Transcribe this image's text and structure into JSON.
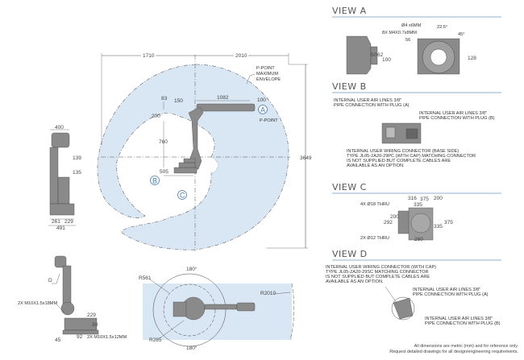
{
  "colors": {
    "envelope_fill": "#d9e6f3",
    "rule_blue": "#8fb3d3",
    "robot_gray": "#8a8a8a",
    "callout_blue": "#4a7fb0"
  },
  "main_view": {
    "dims": {
      "left_reach": "1710",
      "right_reach": "2010",
      "total_height": "3649",
      "offset_83": "83",
      "offset_150": "150",
      "arm_1082": "1082",
      "wrist_100": "100",
      "shoulder_200": "200",
      "lower_arm_760": "760",
      "base_505": "505"
    },
    "labels": {
      "envelope": [
        "P-POINT",
        "MAXIMUM",
        "ENVELOPE"
      ],
      "p_point": "P-POINT",
      "callout_a": "A",
      "callout_b": "B",
      "callout_c": "C"
    }
  },
  "side_view": {
    "dims": {
      "top_400": "400",
      "d139": "139",
      "d135": "135",
      "d261": "261",
      "d229": "229",
      "d491": "491"
    }
  },
  "bottom_left_view": {
    "labels": {
      "callout_d": "D",
      "bolt_upper": "2X M10X1.5x18MM",
      "bolt_lower": "2X M10X1.5x12MM"
    },
    "dims": {
      "d229": "229",
      "d30": "30",
      "d45": "45",
      "d92": "92"
    }
  },
  "top_view": {
    "labels": {
      "r561": "R561",
      "r285": "R285",
      "r2010": "R2010",
      "angle_top": "180°",
      "angle_bottom": "180°"
    }
  },
  "view_a": {
    "title": "VIEW A",
    "labels": {
      "dia": "Ø4 x6MM",
      "tap": "8X M4X0.7x8MM",
      "d56": "56",
      "ang22": "22.5°",
      "ang45": "45°"
    },
    "dims": {
      "d50": "50",
      "d62": "62",
      "d100": "100",
      "d128": "128"
    }
  },
  "view_b": {
    "title": "VIEW B",
    "notes": {
      "air_a": [
        "INTERNAL USER AIR LINES 3/8\"",
        "PIPE CONNECTION WITH PLUG (A)"
      ],
      "air_b": [
        "INTERNAL USER AIR LINES 3/8\"",
        "PIPE CONNECTION WITH PLUG (B)"
      ],
      "wiring": [
        "INTERNAL USER WIRING CONNECTOR (BASE SIDE)",
        "TYPE JL05-2A20-29PC (WITH CAP) MATCHING CONNECTOR",
        "IS NOT SUPPLIED BUT COMPLETE CABLES ARE",
        "AVAILABLE AS AN OPTION."
      ]
    }
  },
  "view_c": {
    "title": "VIEW C",
    "labels": {
      "holes4": "4X Ø18 THRU",
      "holes2": "2X Ø12 THRU"
    },
    "dims": {
      "d316": "316",
      "d375t": "375",
      "d200r": "200",
      "d335t": "335",
      "d200l": "200",
      "d292": "292",
      "d335r": "335",
      "d375r": "375",
      "d260": "260"
    }
  },
  "view_d": {
    "title": "VIEW D",
    "notes": {
      "wiring": [
        "INTERNAL USER WIRING CONNECTOR  (WITH CAP)",
        "TYPE JL05-2A20-29SC MATCHING CONNECTOR",
        "IS NOT SUPPLIED BUT COMPLETE CABLES ARE",
        "AVAILABLE AS AN OPTION."
      ],
      "air_a": [
        "INTERNAL USER AIR LINES 3/8\"",
        "PIPE CONNECTION WITH PLUG (A)"
      ],
      "air_b": [
        "INTERNAL USER AIR LINES 3/8\"",
        "PIPE CONNECTION WITH PLUG (B)"
      ]
    }
  },
  "footer": {
    "line1": "All dimensions are metric (mm) and for reference only.",
    "line2": "Request detailed drawings for all design/engineering requirements."
  }
}
